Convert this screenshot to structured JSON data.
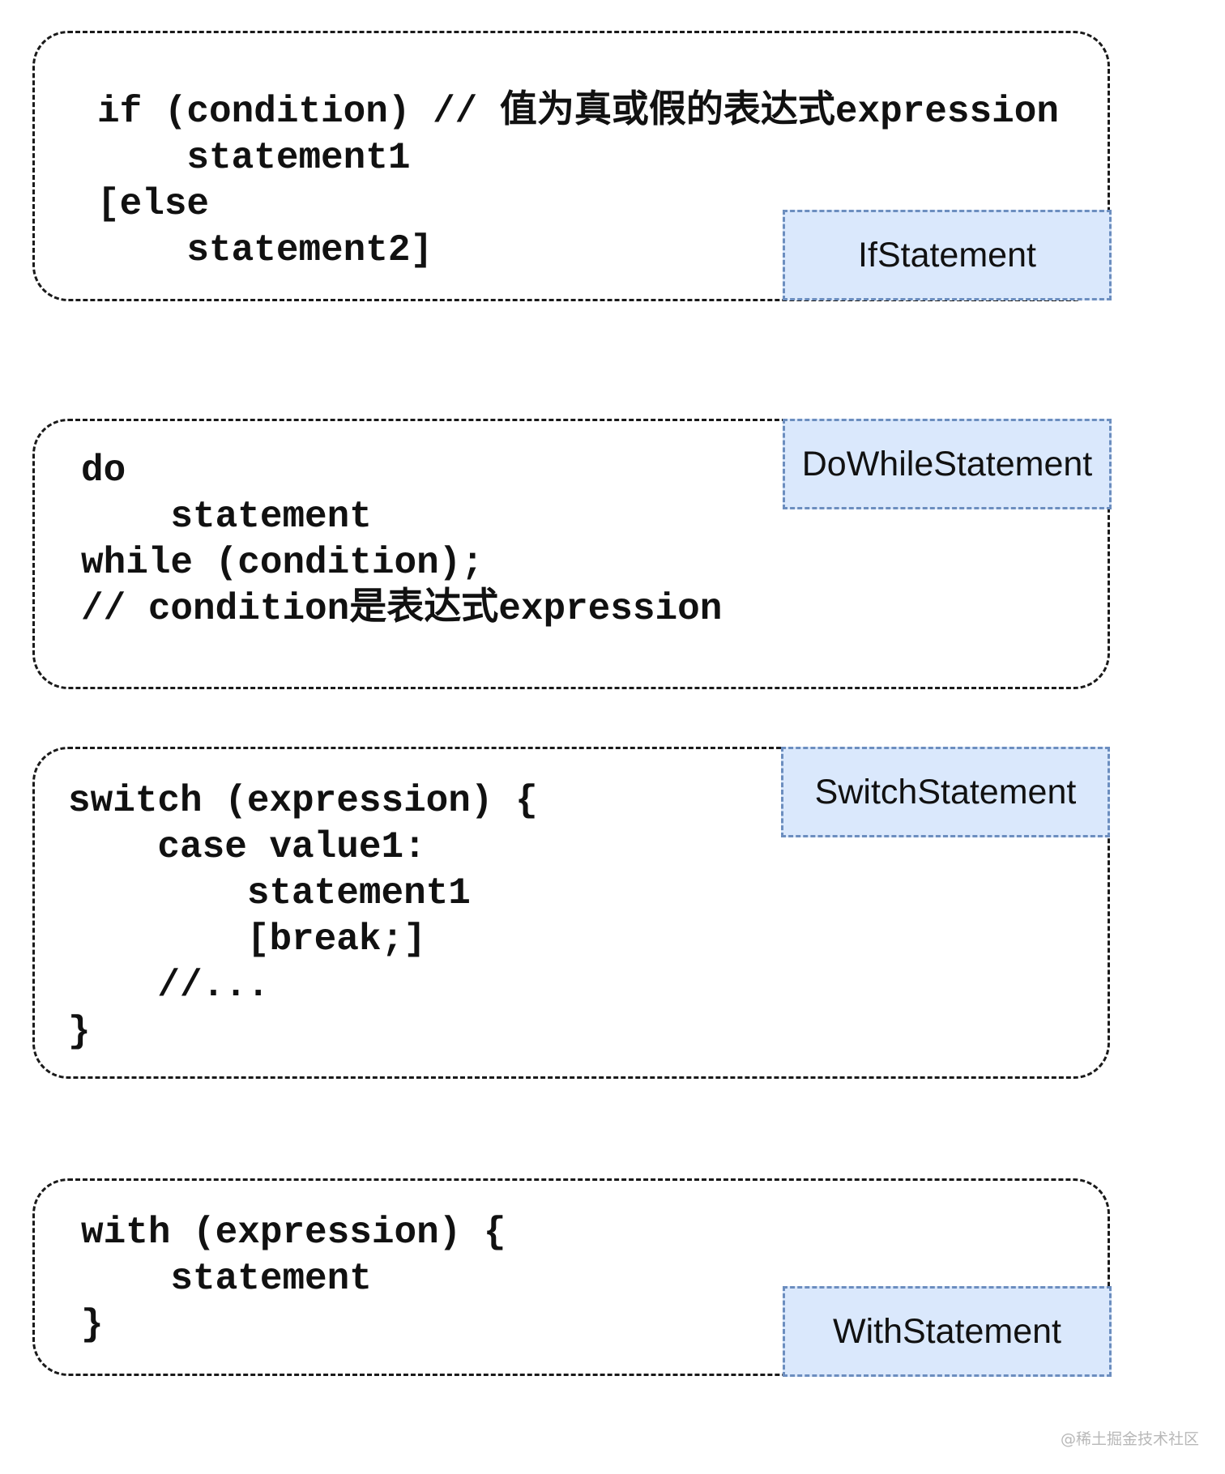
{
  "blocks": {
    "if": {
      "lines": [
        "if (condition) // 值为真或假的表达式expression",
        "    statement1",
        "[else",
        "    statement2]"
      ],
      "tag": "IfStatement"
    },
    "do_while": {
      "lines": [
        "do",
        "    statement",
        "while (condition);",
        "// condition是表达式expression"
      ],
      "tag": "DoWhileStatement"
    },
    "switch": {
      "lines": [
        "switch (expression) {",
        "    case value1:",
        "        statement1",
        "        [break;]",
        "    //...",
        "}"
      ],
      "tag": "SwitchStatement"
    },
    "with": {
      "lines": [
        "with (expression) {",
        "    statement",
        "}"
      ],
      "tag": "WithStatement"
    }
  },
  "watermark": "@稀土掘金技术社区",
  "colors": {
    "tag_fill": "#dae8fc",
    "tag_border": "#6c8ebf",
    "panel_border": "#1a1a1a",
    "text": "#111111"
  }
}
